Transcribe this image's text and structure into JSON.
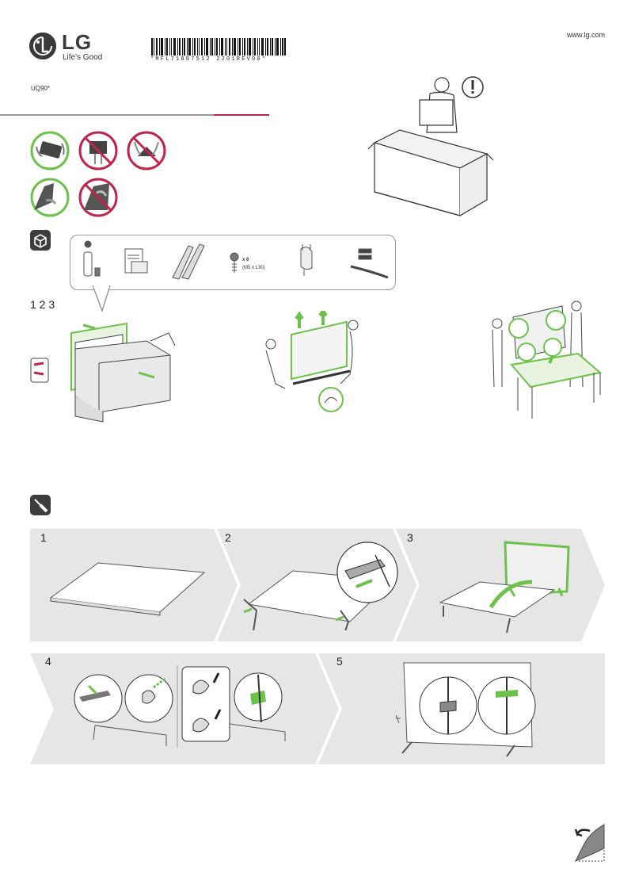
{
  "header": {
    "brand_short": "LG",
    "brand_tagline": "Life's Good",
    "barcode_text": "*MFL71887512 2201REV00*",
    "website": "www.lg.com",
    "model": "UQ90*"
  },
  "accessories": {
    "screw_count": "x 6",
    "screw_spec": "(M5 x L30)"
  },
  "unpacking": {
    "steps_label": "1 2 3"
  },
  "assembly": {
    "steps": [
      {
        "number": "1"
      },
      {
        "number": "2"
      },
      {
        "number": "3"
      },
      {
        "number": "4"
      },
      {
        "number": "5"
      }
    ]
  },
  "colors": {
    "accent_green": "#6cc24a",
    "forbidden_red": "#c0244b",
    "panel_gray": "#e6e6e6",
    "icon_dark": "#3d3d3d"
  },
  "icons": [
    "lg-logo-icon",
    "barcode-icon",
    "warning-icon",
    "box-icon",
    "screwdriver-icon",
    "page-turn-icon"
  ]
}
